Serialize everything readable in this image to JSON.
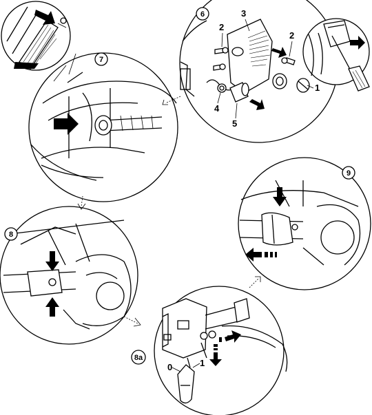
{
  "steps": {
    "step6": "6",
    "step7": "7",
    "step8": "8",
    "step8a": "8a",
    "step9": "9"
  },
  "callouts": {
    "c1": "1",
    "c2a": "2",
    "c2b": "2",
    "c3": "3",
    "c4": "4",
    "c5": "5",
    "pos0": "0",
    "pos1": "1"
  }
}
